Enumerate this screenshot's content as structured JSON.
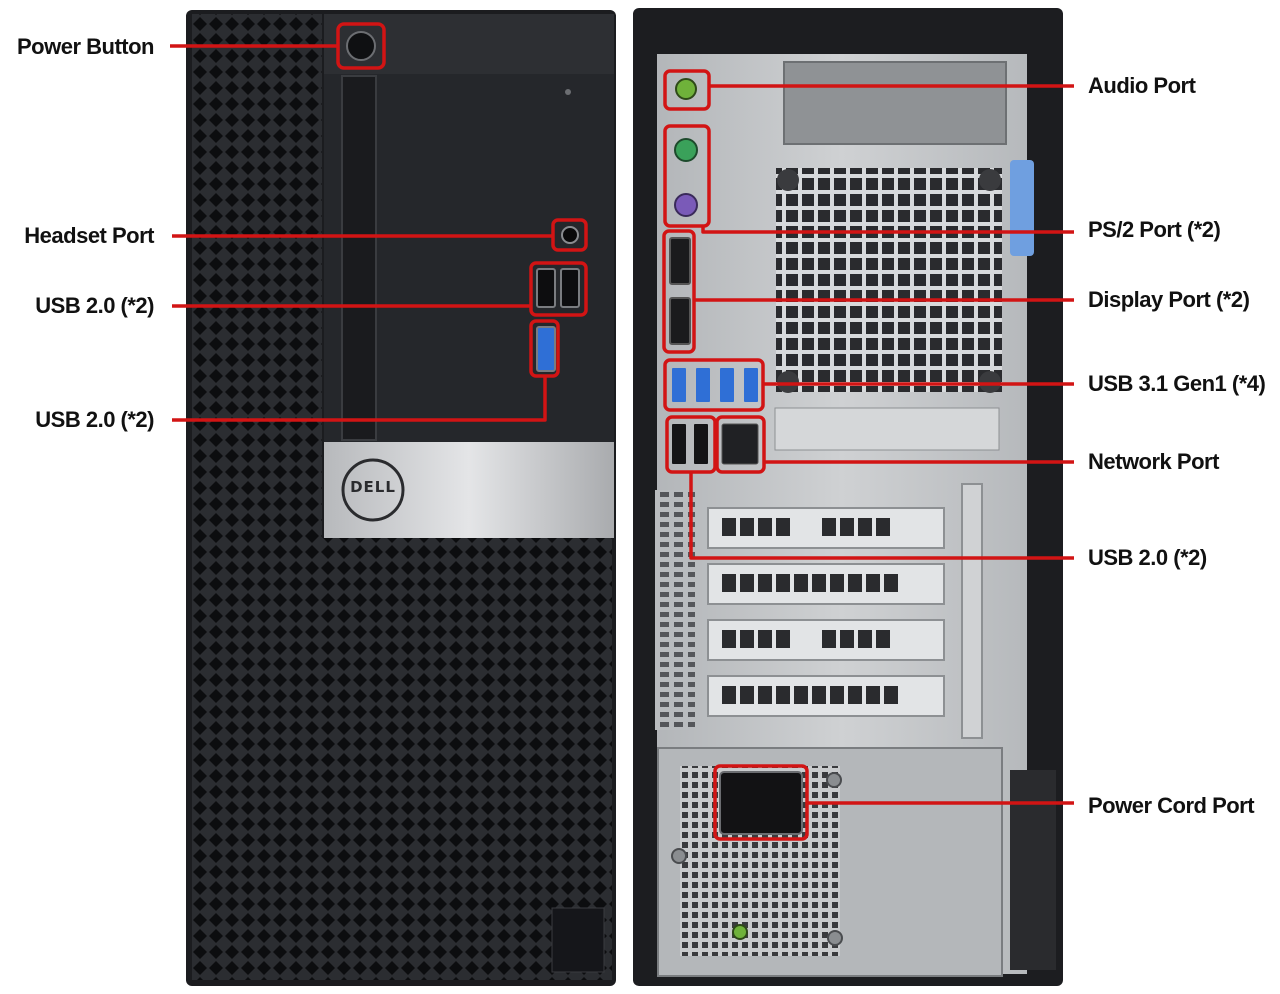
{
  "colors": {
    "callout": "#d21414",
    "case_dark": "#1e1f22",
    "panel_gray": "#9a9da1",
    "usb3_blue": "#2f6fd6",
    "audio_green": "#6fb23a",
    "ps2_green": "#3aa15a",
    "ps2_purple": "#7a5ab8",
    "latch_blue": "#6f9fe0"
  },
  "brand": {
    "logo_text": "DELL"
  },
  "left_callouts": [
    {
      "label": "Power Button"
    },
    {
      "label": "Headset Port"
    },
    {
      "label": "USB 2.0 (*2)"
    },
    {
      "label": "USB 2.0 (*2)"
    }
  ],
  "right_callouts": [
    {
      "label": "Audio Port"
    },
    {
      "label": "PS/2 Port (*2)"
    },
    {
      "label": "Display Port (*2)"
    },
    {
      "label": "USB 3.1 Gen1 (*4)"
    },
    {
      "label": "Network Port"
    },
    {
      "label": "USB 2.0 (*2)"
    },
    {
      "label": "Power Cord Port"
    }
  ]
}
